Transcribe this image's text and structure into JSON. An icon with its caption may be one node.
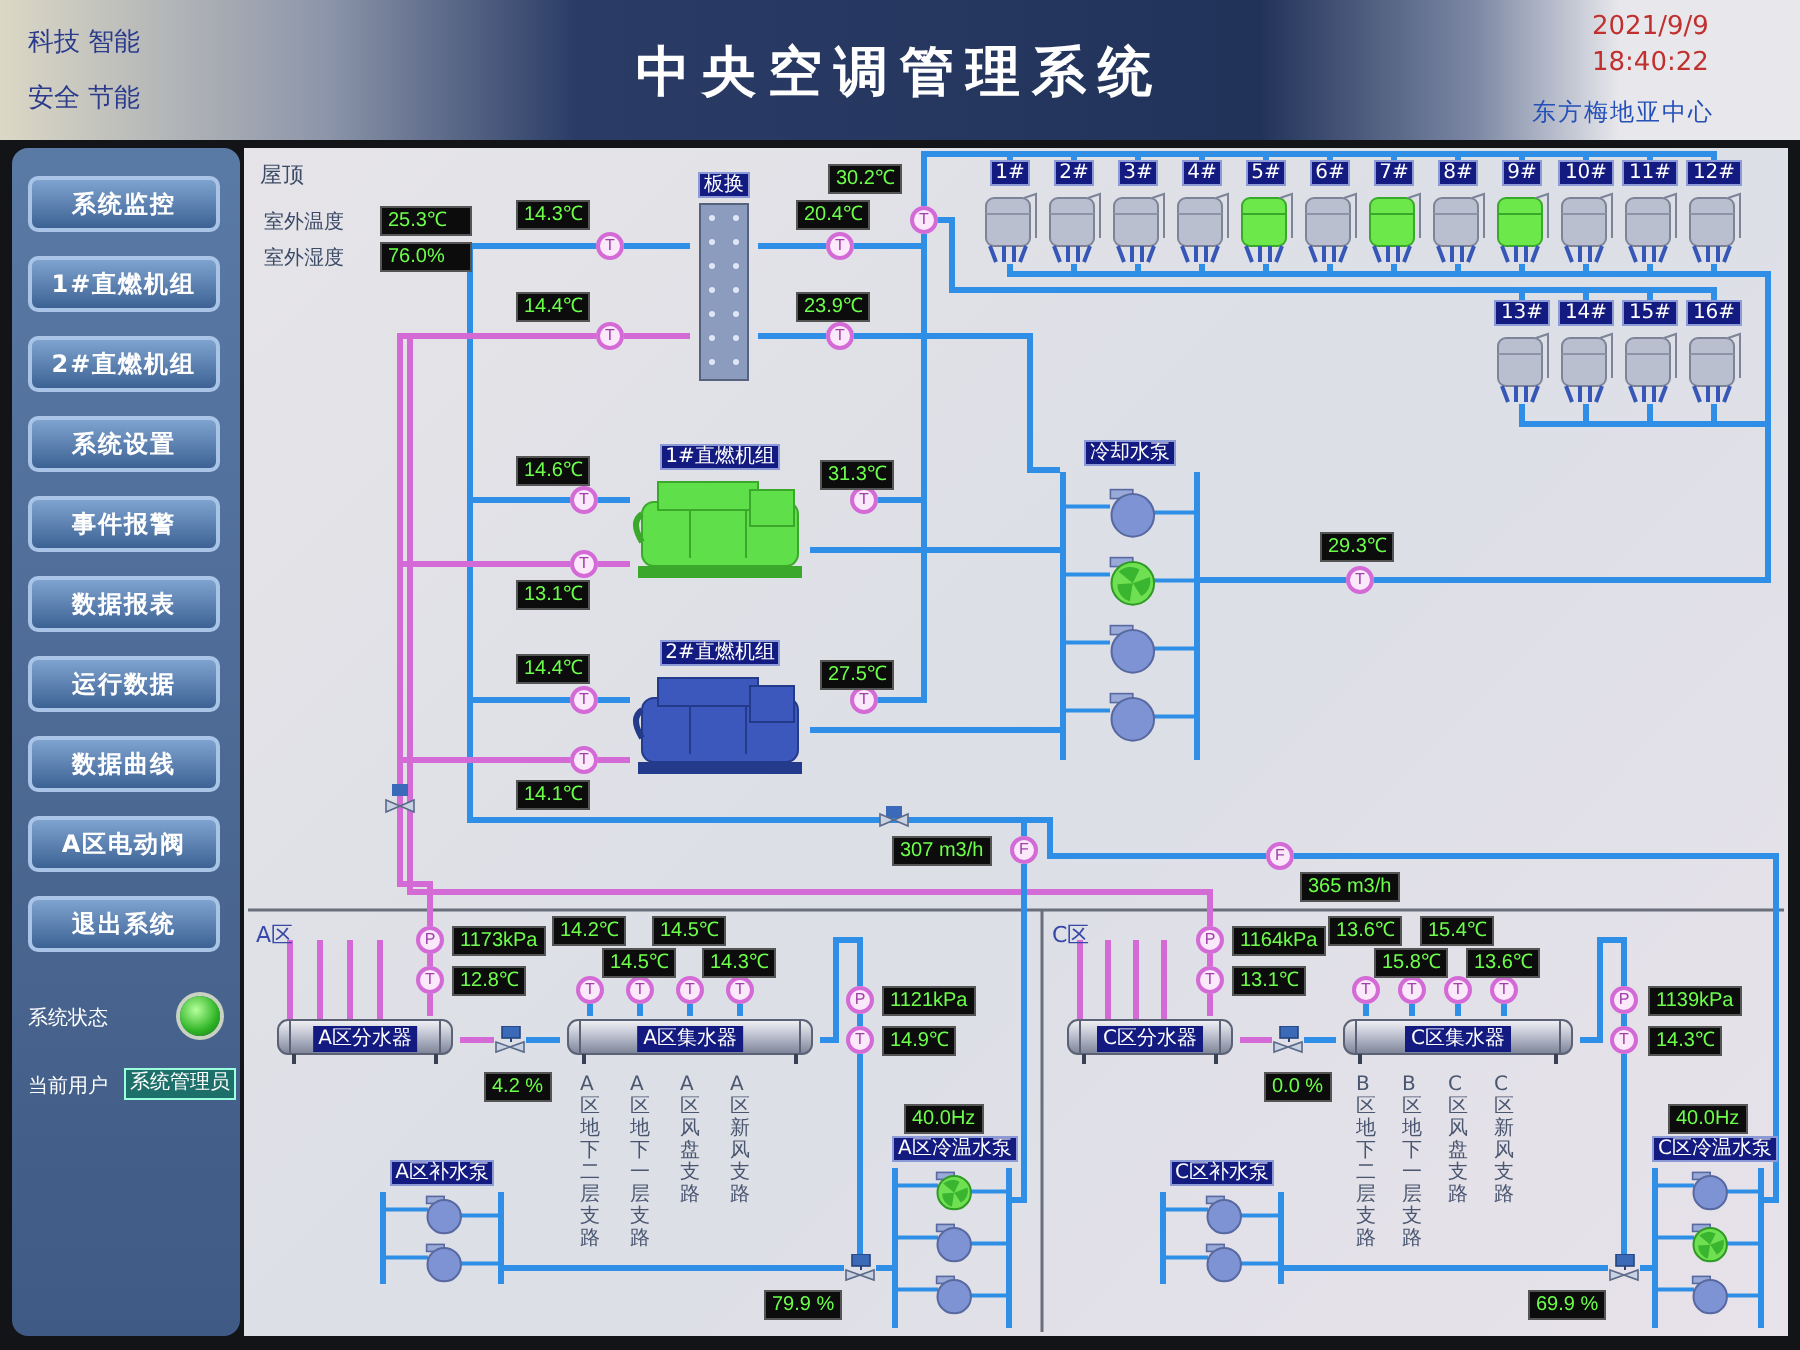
{
  "diagram": {
    "title": "中央空调管理系统",
    "nodes": [
      {
        "text": [
          "系统监控"
        ]
      },
      {
        "text": [
          "1#直燃机组"
        ]
      },
      {
        "text": [
          "2#直燃机组"
        ]
      },
      {
        "text": [
          "系统设置"
        ]
      },
      {
        "text": [
          "事件报警"
        ]
      },
      {
        "text": [
          "数据报表"
        ]
      },
      {
        "text": [
          "运行数据"
        ]
      },
      {
        "text": [
          "数据曲线"
        ]
      },
      {
        "text": [
          "A区电动阀"
        ]
      },
      {
        "text": [
          "退出系统"
        ]
      },
      {
        "text": [
          "系统管理员"
        ],
        "beside": [
          "当前用户"
        ]
      },
      {
        "text": [],
        "shape": "circle",
        "beside": [
          "系统状态"
        ]
      },
      {
        "text": [
          "25.3℃"
        ],
        "beside": [
          "室外温度"
        ]
      },
      {
        "text": [
          "76.0%"
        ],
        "beside": [
          "室外湿度"
        ]
      },
      {
        "text": [
          "板换"
        ]
      },
      {
        "text": [
          "T"
        ]
      },
      {
        "text": [
          "T"
        ]
      },
      {
        "text": [
          "T"
        ]
      },
      {
        "text": [
          "T"
        ]
      },
      {
        "text": [
          "T"
        ]
      },
      {
        "text": [
          "1#"
        ]
      },
      {
        "text": [
          "2#"
        ]
      },
      {
        "text": [
          "3#"
        ]
      },
      {
        "text": [
          "4#"
        ]
      },
      {
        "text": [
          "5#"
        ]
      },
      {
        "text": [
          "6#"
        ]
      },
      {
        "text": [
          "7#"
        ]
      },
      {
        "text": [
          "8#"
        ]
      },
      {
        "text": [
          "9#"
        ]
      },
      {
        "text": [
          "10#"
        ]
      },
      {
        "text": [
          "11#"
        ]
      },
      {
        "text": [
          "12#"
        ]
      },
      {
        "text": [
          "13#"
        ]
      },
      {
        "text": [
          "14#"
        ]
      },
      {
        "text": [
          "15#"
        ]
      },
      {
        "text": [
          "16#"
        ]
      },
      {
        "text": [
          "1#直燃机组"
        ]
      },
      {
        "text": [
          "T"
        ]
      },
      {
        "text": [
          "T"
        ]
      },
      {
        "text": [
          "T"
        ]
      },
      {
        "text": [
          "2#直燃机组"
        ]
      },
      {
        "text": [
          "T"
        ]
      },
      {
        "text": [
          "T"
        ]
      },
      {
        "text": [
          "T"
        ]
      },
      {
        "text": [
          "冷却水泵"
        ]
      },
      {
        "text": [],
        "shape": "picture",
        "in": 44
      },
      {
        "text": [],
        "shape": "picture",
        "in": 44
      },
      {
        "text": [],
        "shape": "picture",
        "in": 44
      },
      {
        "text": [],
        "shape": "picture",
        "in": 44
      },
      {
        "text": [
          "T"
        ]
      },
      {
        "text": [
          "F"
        ]
      },
      {
        "text": [
          "F"
        ]
      },
      {
        "text": [
          "P"
        ]
      },
      {
        "text": [
          "T"
        ]
      },
      {
        "text": [
          "A区分水器"
        ]
      },
      {
        "text": [],
        "shape": "picture"
      },
      {
        "text": [
          "A区集水器"
        ]
      },
      {
        "text": [
          "T"
        ]
      },
      {
        "text": [
          "T"
        ]
      },
      {
        "text": [
          "T"
        ]
      },
      {
        "text": [
          "T"
        ]
      },
      {
        "text": [
          "P"
        ]
      },
      {
        "text": [
          "T"
        ]
      },
      {
        "text": [],
        "shape": "picture"
      },
      {
        "text": [
          "A区冷温水泵"
        ]
      },
      {
        "text": [],
        "shape": "picture",
        "in": 64
      },
      {
        "text": [],
        "shape": "picture",
        "in": 64
      },
      {
        "text": [],
        "shape": "picture",
        "in": 64
      },
      {
        "text": [
          "A区补水泵"
        ]
      },
      {
        "text": [],
        "shape": "picture",
        "in": 68
      },
      {
        "text": [],
        "shape": "picture",
        "in": 68
      },
      {
        "text": [
          "P"
        ]
      },
      {
        "text": [
          "T"
        ]
      },
      {
        "text": [
          "C区分水器"
        ]
      },
      {
        "text": [],
        "shape": "picture"
      },
      {
        "text": [
          "C区集水器"
        ]
      },
      {
        "text": [
          "T"
        ]
      },
      {
        "text": [
          "T"
        ]
      },
      {
        "text": [
          "T"
        ]
      },
      {
        "text": [
          "T"
        ]
      },
      {
        "text": [
          "P"
        ]
      },
      {
        "text": [
          "T"
        ]
      },
      {
        "text": [],
        "shape": "picture"
      },
      {
        "text": [
          "C区冷温水泵"
        ]
      },
      {
        "text": [],
        "shape": "picture",
        "in": 83
      },
      {
        "text": [],
        "shape": "picture",
        "in": 83
      },
      {
        "text": [],
        "shape": "picture",
        "in": 83
      },
      {
        "text": [
          "C区补水泵"
        ]
      },
      {
        "text": [],
        "shape": "picture",
        "in": 87
      },
      {
        "text": [],
        "shape": "picture",
        "in": 87
      },
      {
        "text": [
          "14.3℃"
        ]
      },
      {
        "text": [
          "14.4℃"
        ]
      },
      {
        "text": [
          "20.4℃"
        ]
      },
      {
        "text": [
          "23.9℃"
        ]
      },
      {
        "text": [
          "30.2℃"
        ]
      },
      {
        "text": [
          "14.6℃"
        ]
      },
      {
        "text": [
          "13.1℃"
        ]
      },
      {
        "text": [
          "31.3℃"
        ]
      },
      {
        "text": [
          "14.4℃"
        ]
      },
      {
        "text": [
          "14.1℃"
        ]
      },
      {
        "text": [
          "27.5℃"
        ]
      },
      {
        "text": [
          "29.3℃"
        ]
      },
      {
        "text": [
          "307 m3/h"
        ]
      },
      {
        "text": [
          "365 m3/h"
        ]
      },
      {
        "text": [
          "1173kPa"
        ]
      },
      {
        "text": [
          "12.8℃"
        ]
      },
      {
        "text": [
          "4.2 %"
        ]
      },
      {
        "text": [
          "14.2℃"
        ]
      },
      {
        "text": [
          "14.5℃"
        ]
      },
      {
        "text": [
          "14.5℃"
        ]
      },
      {
        "text": [
          "14.3℃"
        ]
      },
      {
        "text": [
          "1121kPa"
        ]
      },
      {
        "text": [
          "14.9℃"
        ]
      },
      {
        "text": [
          "79.9 %"
        ]
      },
      {
        "text": [
          "40.0Hz"
        ]
      },
      {
        "text": [
          "1164kPa"
        ]
      },
      {
        "text": [
          "13.1℃"
        ]
      },
      {
        "text": [
          "0.0 %"
        ]
      },
      {
        "text": [
          "13.6℃"
        ]
      },
      {
        "text": [
          "15.8℃"
        ]
      },
      {
        "text": [
          "15.4℃"
        ]
      },
      {
        "text": [
          "13.6℃"
        ]
      },
      {
        "text": [
          "1139kPa"
        ]
      },
      {
        "text": [
          "14.3℃"
        ]
      },
      {
        "text": [
          "69.9 %"
        ]
      },
      {
        "text": [
          "40.0Hz"
        ]
      }
    ],
    "edges": [
      {
        "from": 15,
        "to": 14,
        "arrow": "none"
      },
      {
        "from": 14,
        "to": 16,
        "arrow": "none",
        "color": "#d36ad6"
      },
      {
        "from": 14,
        "to": 17,
        "arrow": "none"
      },
      {
        "from": 14,
        "to": 18,
        "arrow": "none"
      },
      {
        "from": 17,
        "to": 19,
        "arrow": "none"
      },
      {
        "from": 39,
        "to": 19,
        "arrow": "none"
      },
      {
        "from": 43,
        "to": 19,
        "arrow": "none"
      },
      {
        "from": 19,
        "to": 20,
        "arrow": "none"
      },
      {
        "from": 19,
        "to": 21,
        "arrow": "none"
      },
      {
        "from": 19,
        "to": 22,
        "arrow": "none"
      },
      {
        "from": 19,
        "to": 23,
        "arrow": "none"
      },
      {
        "from": 19,
        "to": 24,
        "arrow": "none"
      },
      {
        "from": 19,
        "to": 25,
        "arrow": "none"
      },
      {
        "from": 19,
        "to": 26,
        "arrow": "none"
      },
      {
        "from": 19,
        "to": 27,
        "arrow": "none"
      },
      {
        "from": 19,
        "to": 28,
        "arrow": "none"
      },
      {
        "from": 19,
        "to": 29,
        "arrow": "none"
      },
      {
        "from": 19,
        "to": 30,
        "arrow": "none"
      },
      {
        "from": 19,
        "to": 31,
        "arrow": "none"
      },
      {
        "from": 19,
        "to": 32,
        "arrow": "none"
      },
      {
        "from": 19,
        "to": 33,
        "arrow": "none"
      },
      {
        "from": 19,
        "to": 34,
        "arrow": "none"
      },
      {
        "from": 19,
        "to": 35,
        "arrow": "none"
      },
      {
        "from": 20,
        "to": 49,
        "arrow": "none"
      },
      {
        "from": 21,
        "to": 49,
        "arrow": "none"
      },
      {
        "from": 22,
        "to": 49,
        "arrow": "none"
      },
      {
        "from": 23,
        "to": 49,
        "arrow": "none"
      },
      {
        "from": 24,
        "to": 49,
        "arrow": "none"
      },
      {
        "from": 25,
        "to": 49,
        "arrow": "none"
      },
      {
        "from": 26,
        "to": 49,
        "arrow": "none"
      },
      {
        "from": 27,
        "to": 49,
        "arrow": "none"
      },
      {
        "from": 28,
        "to": 49,
        "arrow": "none"
      },
      {
        "from": 29,
        "to": 49,
        "arrow": "none"
      },
      {
        "from": 30,
        "to": 49,
        "arrow": "none"
      },
      {
        "from": 31,
        "to": 49,
        "arrow": "none"
      },
      {
        "from": 32,
        "to": 49,
        "arrow": "none"
      },
      {
        "from": 33,
        "to": 49,
        "arrow": "none"
      },
      {
        "from": 34,
        "to": 49,
        "arrow": "none"
      },
      {
        "from": 35,
        "to": 49,
        "arrow": "none"
      },
      {
        "from": 49,
        "to": 44,
        "arrow": "none"
      },
      {
        "from": 44,
        "to": 36,
        "arrow": "none"
      },
      {
        "from": 44,
        "to": 40,
        "arrow": "none"
      },
      {
        "from": 44,
        "to": 18,
        "arrow": "none"
      },
      {
        "from": 37,
        "to": 36,
        "arrow": "none"
      },
      {
        "from": 36,
        "to": 38,
        "arrow": "none",
        "color": "#d36ad6"
      },
      {
        "from": 41,
        "to": 40,
        "arrow": "none"
      },
      {
        "from": 40,
        "to": 42,
        "arrow": "none",
        "color": "#d36ad6"
      },
      {
        "from": 50,
        "to": 15,
        "arrow": "none"
      },
      {
        "from": 50,
        "to": 37,
        "arrow": "none"
      },
      {
        "from": 50,
        "to": 41,
        "arrow": "none"
      },
      {
        "from": 51,
        "to": 15,
        "arrow": "none"
      },
      {
        "from": 51,
        "to": 37,
        "arrow": "none"
      },
      {
        "from": 51,
        "to": 41,
        "arrow": "none"
      },
      {
        "from": 16,
        "to": 52,
        "arrow": "none",
        "color": "#d36ad6"
      },
      {
        "from": 38,
        "to": 52,
        "arrow": "none",
        "color": "#d36ad6"
      },
      {
        "from": 42,
        "to": 52,
        "arrow": "none",
        "color": "#d36ad6"
      },
      {
        "from": 16,
        "to": 71,
        "arrow": "none",
        "color": "#d36ad6"
      },
      {
        "from": 38,
        "to": 71,
        "arrow": "none",
        "color": "#d36ad6"
      },
      {
        "from": 42,
        "to": 71,
        "arrow": "none",
        "color": "#d36ad6"
      },
      {
        "from": 52,
        "to": 53,
        "arrow": "none",
        "color": "#d36ad6"
      },
      {
        "from": 53,
        "to": 54,
        "arrow": "none",
        "color": "#d36ad6"
      },
      {
        "from": 54,
        "to": 55,
        "arrow": "none",
        "color": "#d36ad6"
      },
      {
        "from": 55,
        "to": 56,
        "arrow": "none"
      },
      {
        "from": 57,
        "to": 56,
        "arrow": "none"
      },
      {
        "from": 58,
        "to": 56,
        "arrow": "none"
      },
      {
        "from": 59,
        "to": 56,
        "arrow": "none"
      },
      {
        "from": 60,
        "to": 56,
        "arrow": "none"
      },
      {
        "from": 56,
        "to": 61,
        "arrow": "none"
      },
      {
        "from": 61,
        "to": 62,
        "arrow": "none"
      },
      {
        "from": 62,
        "to": 63,
        "arrow": "none"
      },
      {
        "from": 63,
        "to": 64,
        "arrow": "none"
      },
      {
        "from": 68,
        "to": 63,
        "arrow": "none"
      },
      {
        "from": 64,
        "to": 50,
        "arrow": "none"
      },
      {
        "from": 71,
        "to": 72,
        "arrow": "none",
        "color": "#d36ad6"
      },
      {
        "from": 72,
        "to": 73,
        "arrow": "none",
        "color": "#d36ad6"
      },
      {
        "from": 73,
        "to": 74,
        "arrow": "none",
        "color": "#d36ad6"
      },
      {
        "from": 74,
        "to": 75,
        "arrow": "none"
      },
      {
        "from": 76,
        "to": 75,
        "arrow": "none"
      },
      {
        "from": 77,
        "to": 75,
        "arrow": "none"
      },
      {
        "from": 78,
        "to": 75,
        "arrow": "none"
      },
      {
        "from": 79,
        "to": 75,
        "arrow": "none"
      },
      {
        "from": 75,
        "to": 80,
        "arrow": "none"
      },
      {
        "from": 80,
        "to": 81,
        "arrow": "none"
      },
      {
        "from": 81,
        "to": 82,
        "arrow": "none"
      },
      {
        "from": 82,
        "to": 83,
        "arrow": "none"
      },
      {
        "from": 87,
        "to": 82,
        "arrow": "none"
      },
      {
        "from": 83,
        "to": 51,
        "arrow": "none"
      }
    ],
    "labels": [
      "科技 智能",
      "安全 节能",
      "2021/9/9",
      "18:40:22",
      "东方梅地亚中心",
      "屋顶",
      "A区",
      "A区地下二层支路",
      "A区地下一层支路",
      "A区风盘支路",
      "A区新风支路",
      "C区",
      "B区地下二层支路",
      "B区地下一层支路",
      "C区风盘支路",
      "C区新风支路"
    ]
  }
}
